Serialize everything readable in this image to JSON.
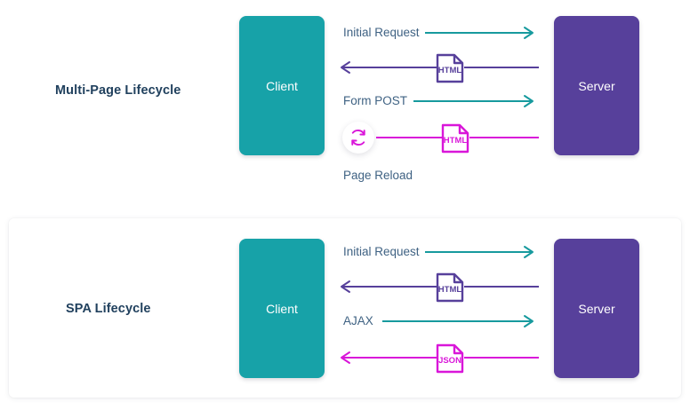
{
  "colors": {
    "teal": "#17a2a8",
    "teal_line": "#179a9e",
    "purple": "#57409b",
    "magenta": "#d916d9",
    "title_text": "#21415e",
    "label_text": "#3f6283",
    "node_text": "#ffffff",
    "page_background": "#ffffff",
    "card_background": "#ffffff"
  },
  "diagram": {
    "type": "sequence-diagram",
    "sections": [
      {
        "id": "multi-page",
        "title": "Multi-Page Lifecycle",
        "client_label": "Client",
        "server_label": "Server",
        "flows": [
          {
            "label": "Initial Request",
            "direction": "client-to-server",
            "color": "teal",
            "icon": null
          },
          {
            "label": "",
            "direction": "server-to-client",
            "color": "purple",
            "icon": "HTML"
          },
          {
            "label": "Form POST",
            "direction": "client-to-server",
            "color": "teal",
            "icon": null
          },
          {
            "label": "",
            "direction": "server-to-client",
            "color": "magenta",
            "icon": "HTML"
          }
        ],
        "annotation": {
          "icon": "reload-icon",
          "label": "Page Reload"
        }
      },
      {
        "id": "spa",
        "title": "SPA Lifecycle",
        "client_label": "Client",
        "server_label": "Server",
        "flows": [
          {
            "label": "Initial Request",
            "direction": "client-to-server",
            "color": "teal",
            "icon": null
          },
          {
            "label": "",
            "direction": "server-to-client",
            "color": "purple",
            "icon": "HTML"
          },
          {
            "label": "AJAX",
            "direction": "client-to-server",
            "color": "teal",
            "icon": null
          },
          {
            "label": "",
            "direction": "server-to-client",
            "color": "magenta",
            "icon": "JSON"
          }
        ],
        "annotation": null
      }
    ]
  }
}
